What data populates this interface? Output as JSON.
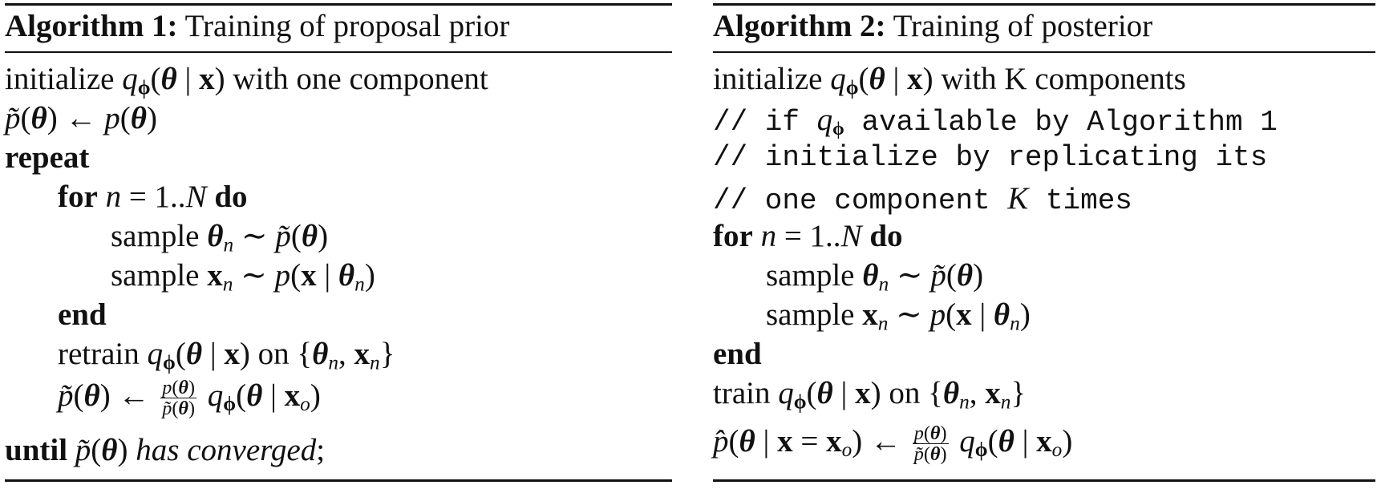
{
  "algorithms": [
    {
      "caption_label": "Algorithm 1:",
      "caption_title": "Training of proposal prior",
      "lines": [
        "initialize qϕ(θ | x) with one component",
        "p̃(θ) ← p(θ)",
        "repeat",
        "for n = 1..N do",
        "sample θn ∼ p̃(θ)",
        "sample xn ∼ p(x | θn)",
        "end",
        "retrain qϕ(θ | x) on {θn, xn}",
        "p̃(θ) ← p(θ)/p̃(θ) qϕ(θ | xo)",
        "until p̃(θ) has converged;"
      ]
    },
    {
      "caption_label": "Algorithm 2:",
      "caption_title": "Training of posterior",
      "lines": [
        "initialize qϕ(θ | x) with K components",
        "// if qϕ available by Algorithm 1",
        "// initialize by replicating its",
        "// one component K times",
        "for n = 1..N do",
        "sample θn ∼ p̃(θ)",
        "sample xn ∼ p(x | θn)",
        "end",
        "train qϕ(θ | x) on {θn, xn}",
        "p̂(θ | x = xo) ← p(θ)/p̃(θ) qϕ(θ | xo)"
      ]
    }
  ]
}
